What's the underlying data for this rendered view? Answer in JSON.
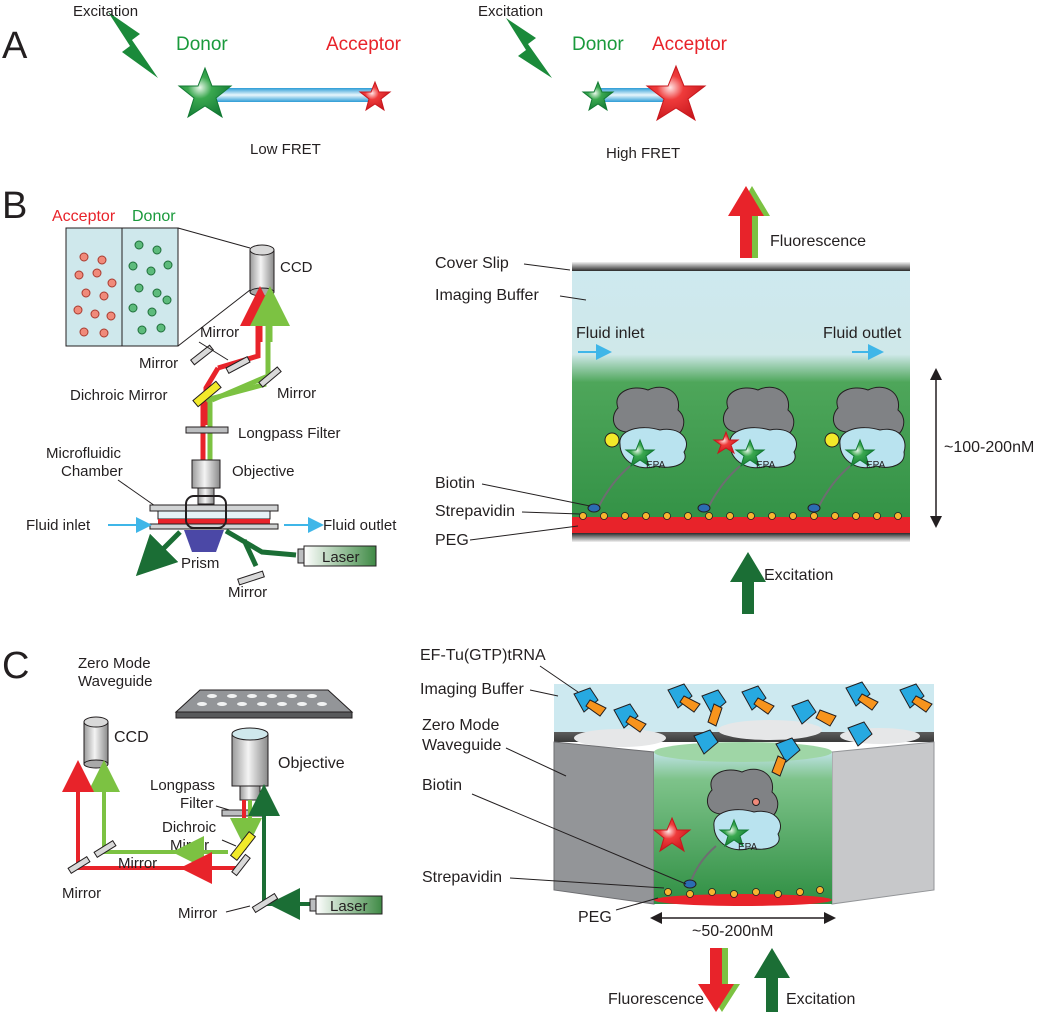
{
  "panel_a": {
    "letter": "A",
    "low": {
      "excitation": "Excitation",
      "donor": "Donor",
      "acceptor": "Acceptor",
      "caption": "Low FRET"
    },
    "high": {
      "excitation": "Excitation",
      "donor": "Donor",
      "acceptor": "Acceptor",
      "caption": "High FRET"
    }
  },
  "panel_b": {
    "letter": "B",
    "setup": {
      "acceptor": "Acceptor",
      "donor": "Donor",
      "ccd": "CCD",
      "mirror_upper_left": "Mirror",
      "mirror_center": "Mirror",
      "mirror_right": "Mirror",
      "dichroic": "Dichroic Mirror",
      "longpass": "Longpass Filter",
      "chamber_line1": "Microfluidic",
      "chamber_line2": "Chamber",
      "objective": "Objective",
      "fluid_inlet": "Fluid inlet",
      "fluid_outlet": "Fluid outlet",
      "prism": "Prism",
      "mirror_bottom": "Mirror",
      "laser": "Laser"
    },
    "chamber": {
      "fluorescence": "Fluorescence",
      "cover_slip": "Cover Slip",
      "imaging_buffer": "Imaging Buffer",
      "fluid_inlet": "Fluid inlet",
      "fluid_outlet": "Fluid outlet",
      "height": "~100-200nM",
      "biotin": "Biotin",
      "strepavidin": "Strepavidin",
      "peg": "PEG",
      "excitation": "Excitation",
      "site_label": "EPA"
    }
  },
  "panel_c": {
    "letter": "C",
    "setup": {
      "zmw_line1": "Zero Mode",
      "zmw_line2": "Waveguide",
      "ccd": "CCD",
      "longpass_line1": "Longpass",
      "longpass_line2": "Filter",
      "objective": "Objective",
      "dichroic_line1": "Dichroic",
      "dichroic_line2": "Mirror",
      "mirror_center": "Mirror",
      "mirror_left": "Mirror",
      "mirror_bottom": "Mirror",
      "laser": "Laser"
    },
    "well": {
      "eftu": "EF-Tu(GTP)tRNA",
      "imaging_buffer": "Imaging Buffer",
      "zmw_line1": "Zero Mode",
      "zmw_line2": "Waveguide",
      "biotin": "Biotin",
      "strepavidin": "Strepavidin",
      "peg": "PEG",
      "width": "~50-200nM",
      "fluorescence": "Fluorescence",
      "excitation": "Excitation",
      "site_label": "EPA"
    }
  },
  "colors": {
    "donor": "#1a9a3c",
    "acceptor": "#e8232a",
    "laser_green": "#1b6e35",
    "emission_green": "#7cc242",
    "buffer_blue": "#c9e9f0",
    "surface_green": "#3f9b4b",
    "ribosome_gray": "#808285",
    "subunit_blue": "#b9e3ef",
    "dichroic_yellow": "#f2ea2a",
    "tether_blue": "#3fb6e8"
  }
}
